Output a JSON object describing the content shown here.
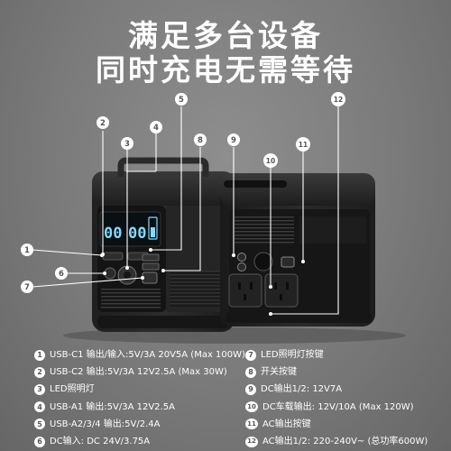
{
  "headline": {
    "line1": "满足多台设备",
    "line2": "同时充电无需等待"
  },
  "display": {
    "left_digits": "00",
    "right_digits": "00"
  },
  "callouts": [
    "1",
    "2",
    "3",
    "4",
    "5",
    "6",
    "7",
    "8",
    "9",
    "10",
    "11",
    "12"
  ],
  "legend": [
    {
      "num": "1",
      "text": "USB-C1 输出/输入:5V/3A 20V5A (Max 100W)"
    },
    {
      "num": "2",
      "text": "USB-C2 输出:5V/3A 12V2.5A (Max 30W)"
    },
    {
      "num": "3",
      "text": "LED照明灯"
    },
    {
      "num": "4",
      "text": "USB-A1 输出:5V/3A 12V2.5A"
    },
    {
      "num": "5",
      "text": "USB-A2/3/4 输出:5V/2.4A"
    },
    {
      "num": "6",
      "text": "DC输入: DC 24V/3.75A"
    },
    {
      "num": "7",
      "text": "LED照明灯按键"
    },
    {
      "num": "8",
      "text": "开关按键"
    },
    {
      "num": "9",
      "text": "DC输出1/2:  12V7A"
    },
    {
      "num": "10",
      "text": "DC车载输出:  12V/10A (Max 120W)"
    },
    {
      "num": "11",
      "text": "AC输出按键"
    },
    {
      "num": "12",
      "text": "AC输出1/2: 220-240V~ (总功率600W)"
    }
  ]
}
